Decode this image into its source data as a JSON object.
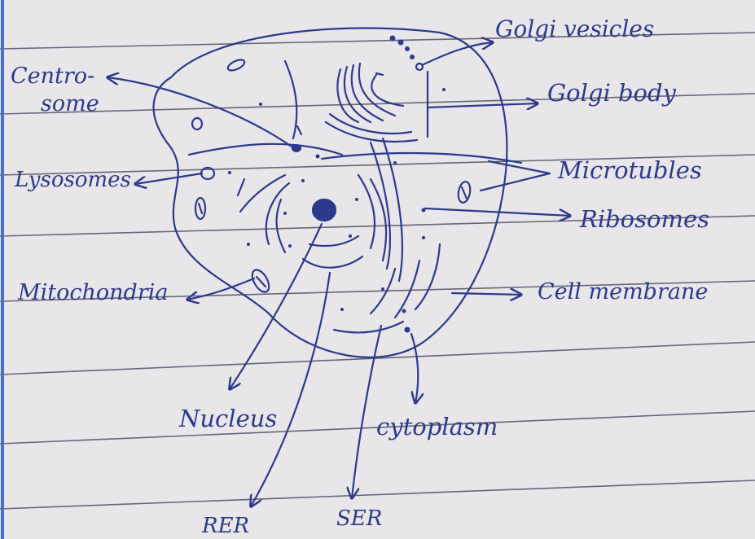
{
  "labels": {
    "centrosome_line1": "Centro-",
    "centrosome_line2": "some",
    "lysosomes": "Lysosomes",
    "mitochondria": "Mitochondria",
    "golgi_vesicles": "Golgi vesicles",
    "golgi_body": "Golgi body",
    "microtubles": "Microtubles",
    "ribosomes": "Ribosomes",
    "cell_membrane": "Cell membrane",
    "nucleus": "Nucleus",
    "cytoplasm": "cytoplasm",
    "rer": "RER",
    "ser": "SER"
  },
  "colors": {
    "ink": "#2d3a8c",
    "paper": "#e8e6e9",
    "rule": "#3c3c50",
    "margin": "#4a6fd0"
  }
}
